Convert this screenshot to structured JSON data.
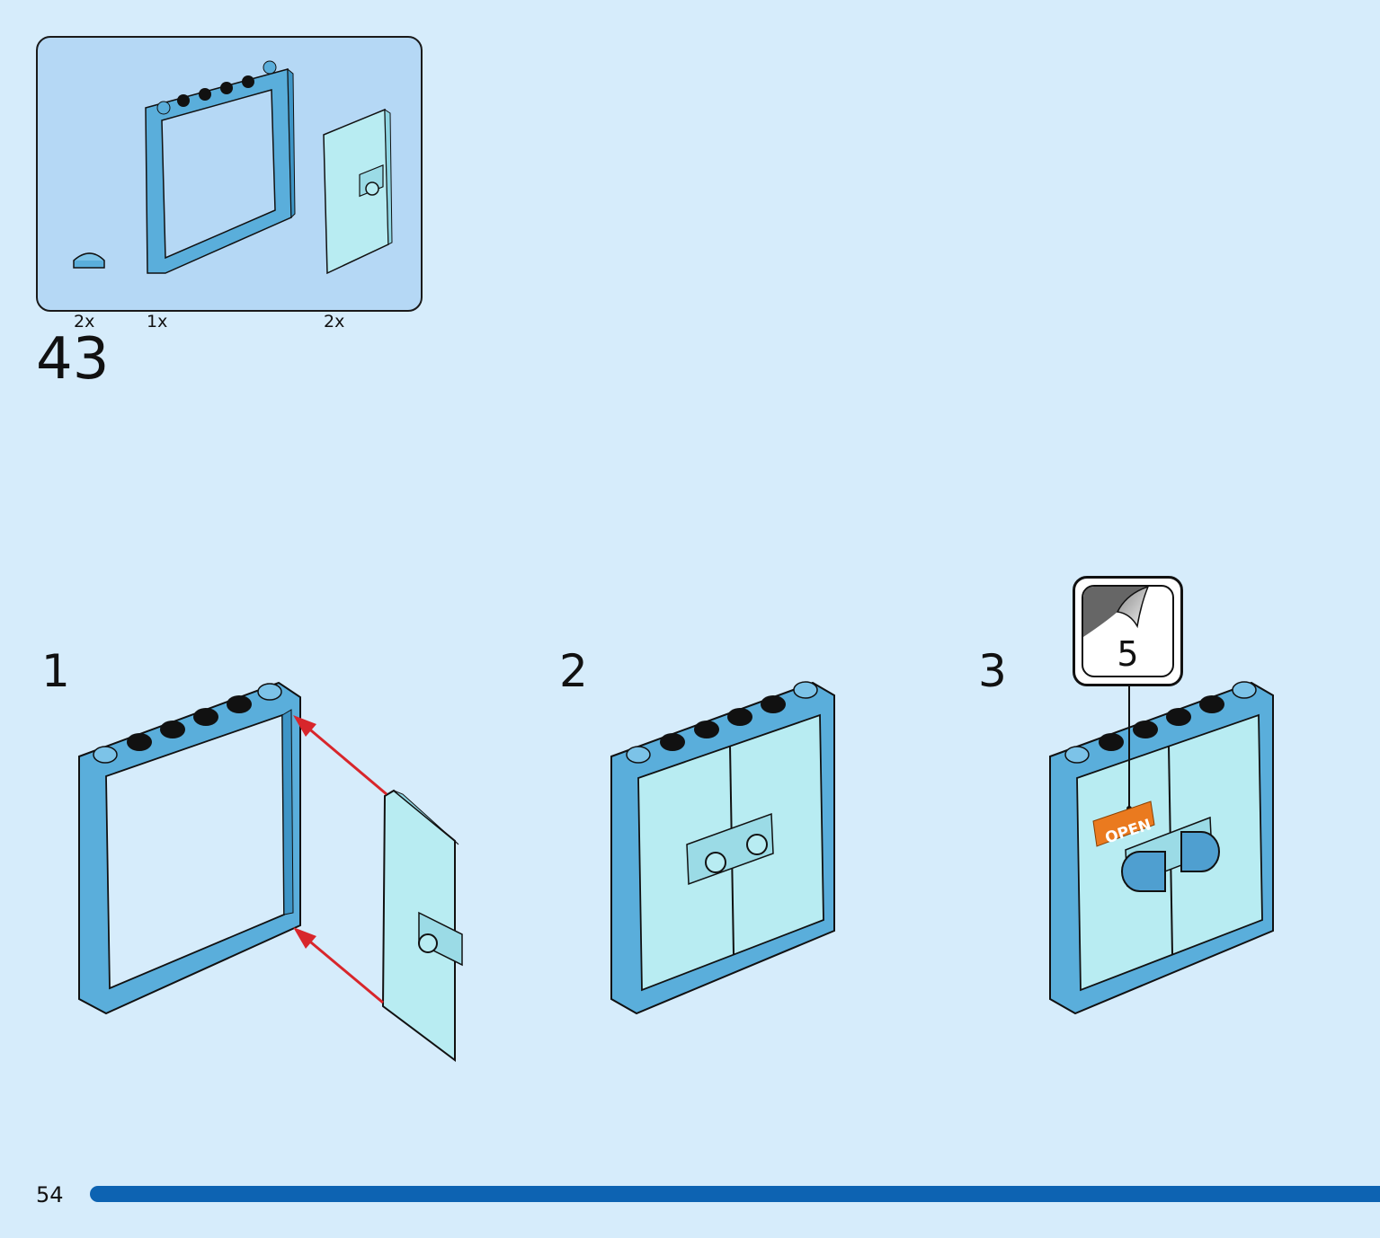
{
  "step": {
    "number": "43"
  },
  "parts_list": [
    {
      "name": "tile-round-half",
      "qty": "2x"
    },
    {
      "name": "window-frame",
      "qty": "1x"
    },
    {
      "name": "glass-door",
      "qty": "2x"
    }
  ],
  "substeps": [
    {
      "label": "1"
    },
    {
      "label": "2"
    },
    {
      "label": "3"
    }
  ],
  "sticker": {
    "number": "5",
    "text": "OPEN",
    "color": "#ea7a1f"
  },
  "page": {
    "number": "54"
  },
  "colors": {
    "background": "#d6ecfb",
    "parts_box": "#b5d8f5",
    "brick": "#5aaedb",
    "glass": "#b8ecf2",
    "arrow": "#d8262b",
    "progress": "#0d63b2"
  }
}
